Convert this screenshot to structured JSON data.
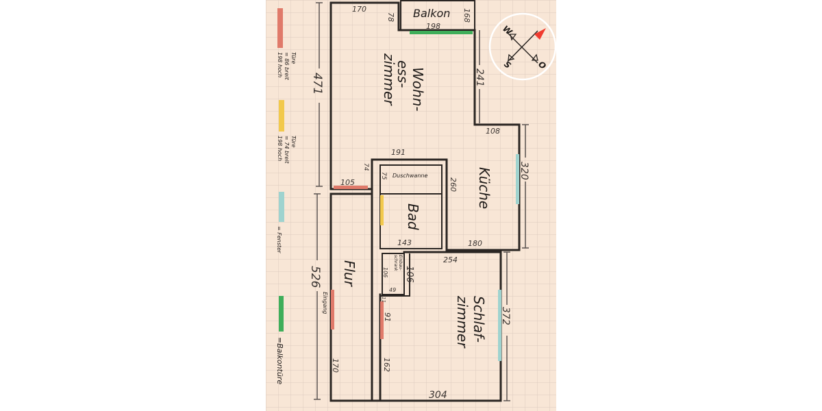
{
  "colors": {
    "paper": "#f8e6d6",
    "grid": "#d9c8bb",
    "door": "#e07a6a",
    "bath_door": "#f2c94c",
    "window": "#9fd3cf",
    "balcony_door": "#3fae5a",
    "compass_north": "#f03a2e"
  },
  "rooms": {
    "living": [
      "Wohn-",
      "ess-",
      "zimmer"
    ],
    "balcony": "Balkon",
    "kitchen": "Küche",
    "bath": "Bad",
    "shower": "Duschwanne",
    "hall": "Flur",
    "bedroom": [
      "Schlaf-",
      "zimmer"
    ],
    "wardrobe": [
      "Einbau-",
      "schrank"
    ],
    "entrance": "Eingang"
  },
  "dimensions": {
    "living_top": "170",
    "balcony_step": "78",
    "balcony_depth": "168",
    "balcony_width": "198",
    "living_height": "471",
    "living_right": "241",
    "kitchen_step": "108",
    "kitchen_height": "320",
    "bath_top": "191",
    "bath_step": "74",
    "shower_step": "75",
    "bath_right": "260",
    "living_door": "105",
    "bath_bottom": "143",
    "kitchen_bottom": "180",
    "bedroom_top": "254",
    "wardrobe_right": "106",
    "wardrobe_left": "106",
    "wardrobe_bottom": "49",
    "hall_height": "526",
    "bedroom_gap": "11",
    "bedroom_door": "91",
    "bedroom_left": "162",
    "hall_wall": "170",
    "bedroom_height": "372",
    "bedroom_bottom": "304"
  },
  "legend": [
    {
      "color": "#e07a6a",
      "text": [
        "Türe",
        "= 86 breit",
        "198 hoch"
      ]
    },
    {
      "color": "#f2c94c",
      "text": [
        "Türe",
        "= 74 breit",
        "198 hoch"
      ]
    },
    {
      "color": "#9fd3cf",
      "text": [
        "= Fenster"
      ]
    },
    {
      "color": "#3fae5a",
      "text": [
        "=Balkontüre"
      ]
    }
  ],
  "compass": {
    "n": "N",
    "w": "W",
    "s": "S",
    "o": "O"
  }
}
